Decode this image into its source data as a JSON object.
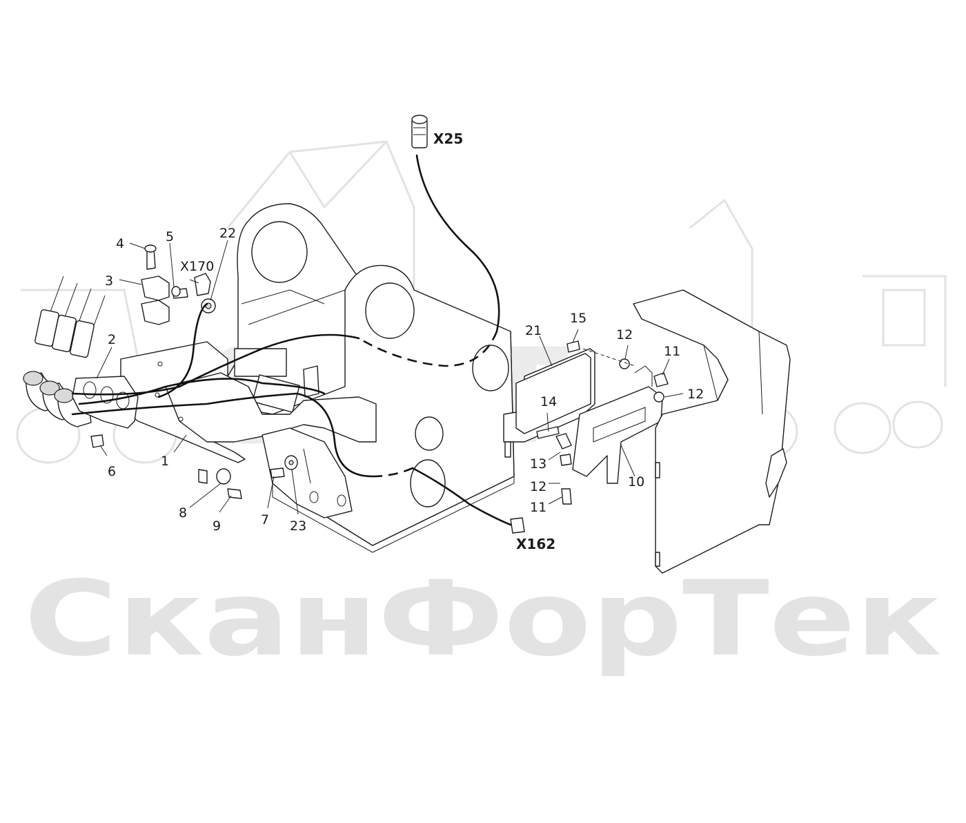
{
  "watermark": {
    "text": "СканФорТек"
  },
  "part_labels": [
    {
      "text": "1"
    },
    {
      "text": "2"
    },
    {
      "text": "3"
    },
    {
      "text": "4"
    },
    {
      "text": "5"
    },
    {
      "text": "6"
    },
    {
      "text": "7"
    },
    {
      "text": "8"
    },
    {
      "text": "9"
    },
    {
      "text": "10"
    },
    {
      "text": "11"
    },
    {
      "text": "11"
    },
    {
      "text": "12"
    },
    {
      "text": "12"
    },
    {
      "text": "12"
    },
    {
      "text": "13"
    },
    {
      "text": "14"
    },
    {
      "text": "15"
    },
    {
      "text": "21"
    },
    {
      "text": "22"
    },
    {
      "text": "23"
    }
  ],
  "connector_labels": {
    "x25": "X25",
    "x170": "X170",
    "x162": "X162"
  },
  "colors": {
    "line": "#1a1a1a",
    "watermark": "#e3e3e3",
    "background": "#ffffff"
  }
}
